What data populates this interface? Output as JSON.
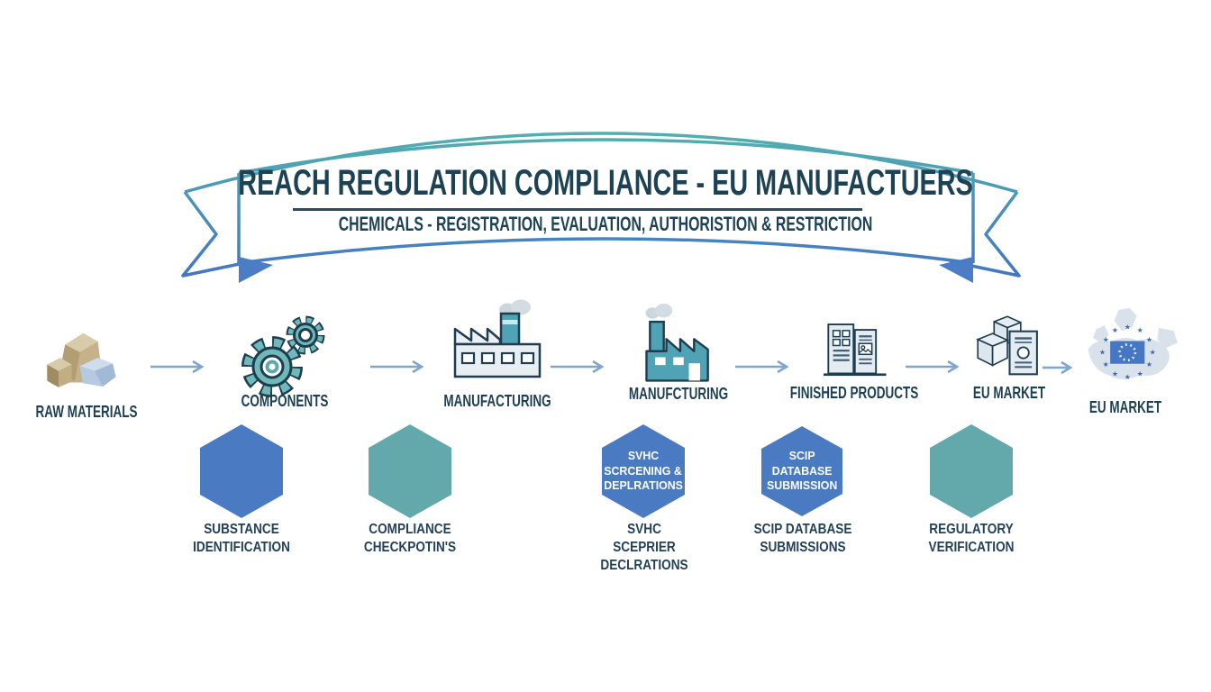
{
  "banner": {
    "title": "REACH REGULATION COMPLIANCE - EU MANUFACTUERS",
    "subtitle": "CHEMICALS - REGISTRATION, EVALUATION, AUTHORISTION & RESTRICTION"
  },
  "process_flow": {
    "steps": [
      {
        "label": "RAW MATERIALS",
        "icon": "raw-materials-rocks-icon"
      },
      {
        "label": "COMPONENTS",
        "icon": "gears-icon"
      },
      {
        "label": "MANUFACTURING",
        "icon": "factory-light-icon"
      },
      {
        "label": "MANUFCTURING",
        "icon": "factory-teal-icon"
      },
      {
        "label": "FINISHED PRODUCTS",
        "icon": "product-packages-icon"
      },
      {
        "label": "EU MARKET",
        "icon": "shipping-boxes-certificate-icon"
      },
      {
        "label": "EU MARKET",
        "icon": "europe-map-eu-flag-icon"
      }
    ],
    "arrow_icon": "right-arrow-icon"
  },
  "hexagons": [
    {
      "color": "#4a7ac2",
      "inner_lines": [],
      "label_lines": [
        "SUBSTANCE",
        "IDENTIFICATION"
      ]
    },
    {
      "color": "#63a9ab",
      "inner_lines": [],
      "label_lines": [
        "COMPLIANCE",
        "CHECKPOTIN'S"
      ]
    },
    {
      "color": "#4a7ac2",
      "inner_lines": [
        "SVHC",
        "SCRCENING &",
        "DEPLRATIONS"
      ],
      "label_lines": [
        "SVHC",
        "SCEPRIER",
        "DECLRATIONS"
      ]
    },
    {
      "color": "#4a7ac2",
      "inner_lines": [
        "SCIP",
        "DATABASE",
        "SUBMISSION"
      ],
      "label_lines": [
        "SCIP DATABASE",
        "SUBMISSIONS"
      ]
    },
    {
      "color": "#63a9ab",
      "inner_lines": [],
      "label_lines": [
        "REGULATORY",
        "VERIFICATION"
      ]
    }
  ],
  "palette": {
    "navy_text": "#1d3f53",
    "teal": "#63a9ab",
    "blue": "#4a7ac2",
    "arrow_blue": "#7fa6cd",
    "ribbon_teal": "#53b2ae",
    "ribbon_blue": "#4273c4",
    "icon_teal": "#4fa3b5",
    "icon_light": "#e6edf2"
  }
}
